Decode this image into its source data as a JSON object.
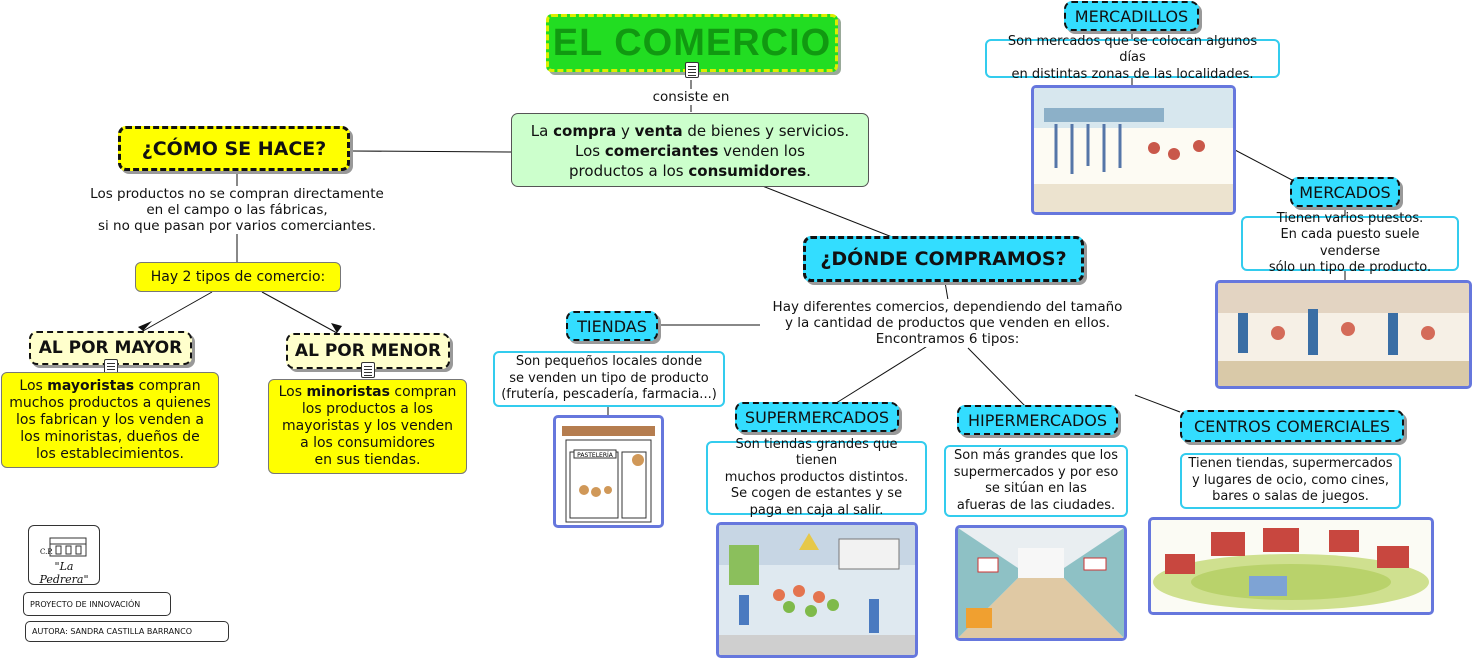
{
  "title": "EL COMERCIO",
  "consiste_en": "consiste en",
  "definition": {
    "l1": [
      "La ",
      "compra",
      " y ",
      "venta",
      " de bienes y servicios."
    ],
    "l2": [
      "Los ",
      "comerciantes",
      " venden los"
    ],
    "l3": [
      "productos a los ",
      "consumidores",
      "."
    ]
  },
  "como": {
    "title": "¿CÓMO SE HACE?",
    "caption": [
      "Los productos no se compran directamente",
      "en el campo o las fábricas,",
      "si no que pasan por varios comerciantes."
    ],
    "tipos": "Hay 2 tipos de comercio:",
    "mayor": {
      "title": "AL POR MAYOR",
      "l1": [
        "Los ",
        "mayoristas",
        " compran"
      ],
      "l2": "muchos productos a quienes",
      "l3": "los fabrican y los venden a",
      "l4": "los minoristas, dueños de",
      "l5": "los establecimientos."
    },
    "menor": {
      "title": "AL POR MENOR",
      "l1": [
        "Los ",
        "minoristas",
        " compran"
      ],
      "l2": "los productos a los",
      "l3": "mayoristas y los venden",
      "l4": "a los consumidores",
      "l5": "en sus tiendas."
    }
  },
  "donde": {
    "title": "¿DÓNDE COMPRAMOS?",
    "caption": [
      "Hay diferentes comercios, dependiendo del tamaño",
      "y la cantidad de productos que venden en ellos.",
      "Encontramos 6 tipos:"
    ]
  },
  "tiendas": {
    "title": "TIENDAS",
    "desc": [
      "Son pequeños locales donde",
      "se venden un tipo de producto",
      "(frutería, pescadería, farmacia...)"
    ],
    "sign": "PASTELERÍA"
  },
  "super": {
    "title": "SUPERMERCADOS",
    "desc": [
      "Son tiendas grandes que tienen",
      "muchos productos distintos.",
      "Se cogen de estantes y se",
      "paga en caja al salir."
    ]
  },
  "hiper": {
    "title": "HIPERMERCADOS",
    "desc": [
      "Son más grandes que los",
      "supermercados y por eso",
      "se sitúan en las",
      "afueras de las ciudades."
    ]
  },
  "centros": {
    "title": "CENTROS COMERCIALES",
    "desc": [
      "Tienen tiendas, supermercados",
      "y lugares de ocio, como cines,",
      "bares o salas de juegos."
    ]
  },
  "mercadillos": {
    "title": "MERCADILLOS",
    "desc": [
      "Son mercados que se colocan algunos días",
      "en distintas zonas de las localidades."
    ]
  },
  "mercados": {
    "title": "MERCADOS",
    "desc": [
      "Tienen varios puestos.",
      "En cada puesto suele venderse",
      "sólo un tipo de producto."
    ]
  },
  "school": {
    "line1": "C.P.",
    "line2": "\"La Pedrera\""
  },
  "footer": {
    "proyecto": "PROYECTO DE INNOVACIÓN",
    "autora": "AUTORA: SANDRA CASTILLA BARRANCO"
  },
  "colors": {
    "title_bg": "#22dd22",
    "title_text": "#119911",
    "yellow": "#ffff00",
    "cyan": "#33ddff",
    "cream": "#ffffcc",
    "green_box": "#ccffcc"
  }
}
